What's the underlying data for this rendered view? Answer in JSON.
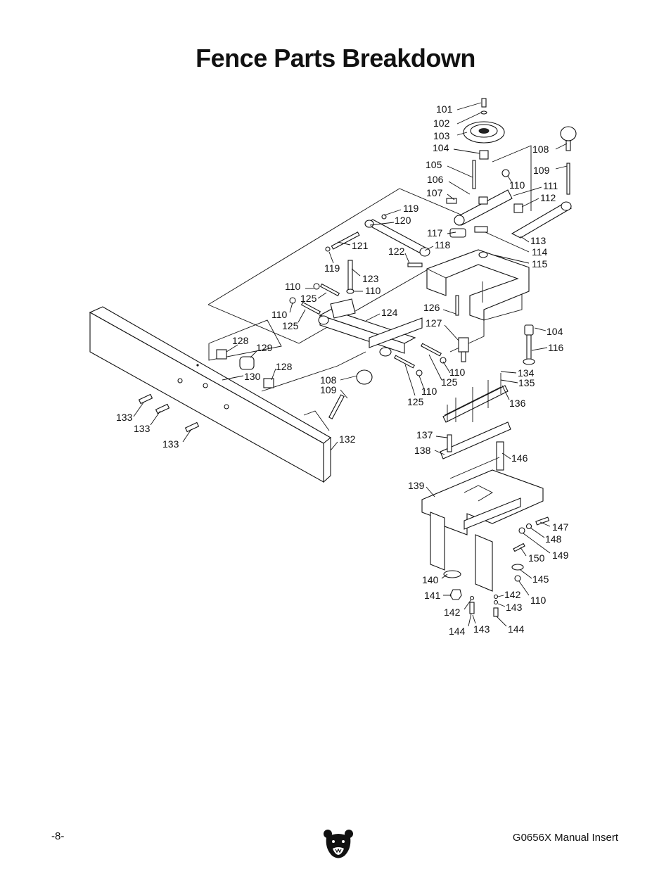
{
  "page": {
    "title": "Fence Parts Breakdown",
    "page_number": "-8-",
    "manual_name": "G0656X Manual Insert"
  },
  "logo": {
    "icon": "grizzly-bear-head-icon"
  },
  "diagram": {
    "labels": [
      "101",
      "102",
      "103",
      "104",
      "105",
      "106",
      "107",
      "108",
      "109",
      "110",
      "111",
      "112",
      "119",
      "120",
      "121",
      "117",
      "118",
      "122",
      "113",
      "114",
      "115",
      "119",
      "123",
      "110",
      "110",
      "125",
      "110",
      "125",
      "124",
      "126",
      "127",
      "104",
      "116",
      "128",
      "129",
      "130",
      "128",
      "108",
      "109",
      "110",
      "125",
      "125",
      "110",
      "134",
      "135",
      "136",
      "133",
      "133",
      "133",
      "132",
      "137",
      "138",
      "146",
      "139",
      "147",
      "148",
      "149",
      "150",
      "145",
      "110",
      "140",
      "141",
      "142",
      "143",
      "142",
      "144",
      "143",
      "144"
    ]
  }
}
